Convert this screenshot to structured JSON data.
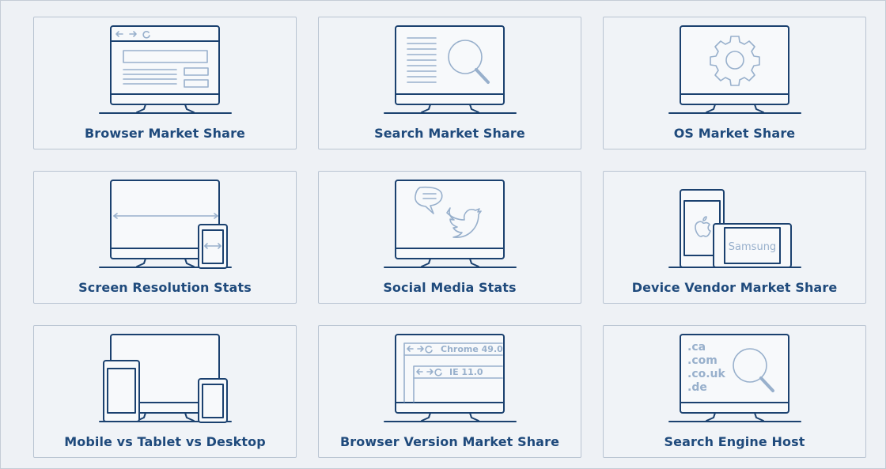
{
  "cards": [
    {
      "label": "Browser Market Share",
      "icon": "browser-monitor-icon"
    },
    {
      "label": "Search Market Share",
      "icon": "search-monitor-icon"
    },
    {
      "label": "OS Market Share",
      "icon": "gear-monitor-icon"
    },
    {
      "label": "Screen Resolution Stats",
      "icon": "resolution-monitor-icon"
    },
    {
      "label": "Social Media Stats",
      "icon": "social-monitor-icon"
    },
    {
      "label": "Device Vendor Market Share",
      "icon": "device-vendor-icon"
    },
    {
      "label": "Mobile vs Tablet vs Desktop",
      "icon": "multi-device-icon"
    },
    {
      "label": "Browser Version Market Share",
      "icon": "browser-version-icon"
    },
    {
      "label": "Search Engine Host",
      "icon": "search-host-icon"
    }
  ],
  "illustrations": {
    "device_vendor": {
      "brand_text": "Samsung"
    },
    "browser_version": {
      "window1": "Chrome 49.0",
      "window2": "IE 11.0"
    },
    "search_host": {
      "domains": [
        ".ca",
        ".com",
        ".co.uk",
        ".de"
      ]
    }
  },
  "colors": {
    "accent": "#1f4a7c",
    "line": "#1b416f",
    "light_line": "#98b0cc",
    "card_bg": "#f0f3f7",
    "border": "#b9c4d2"
  }
}
